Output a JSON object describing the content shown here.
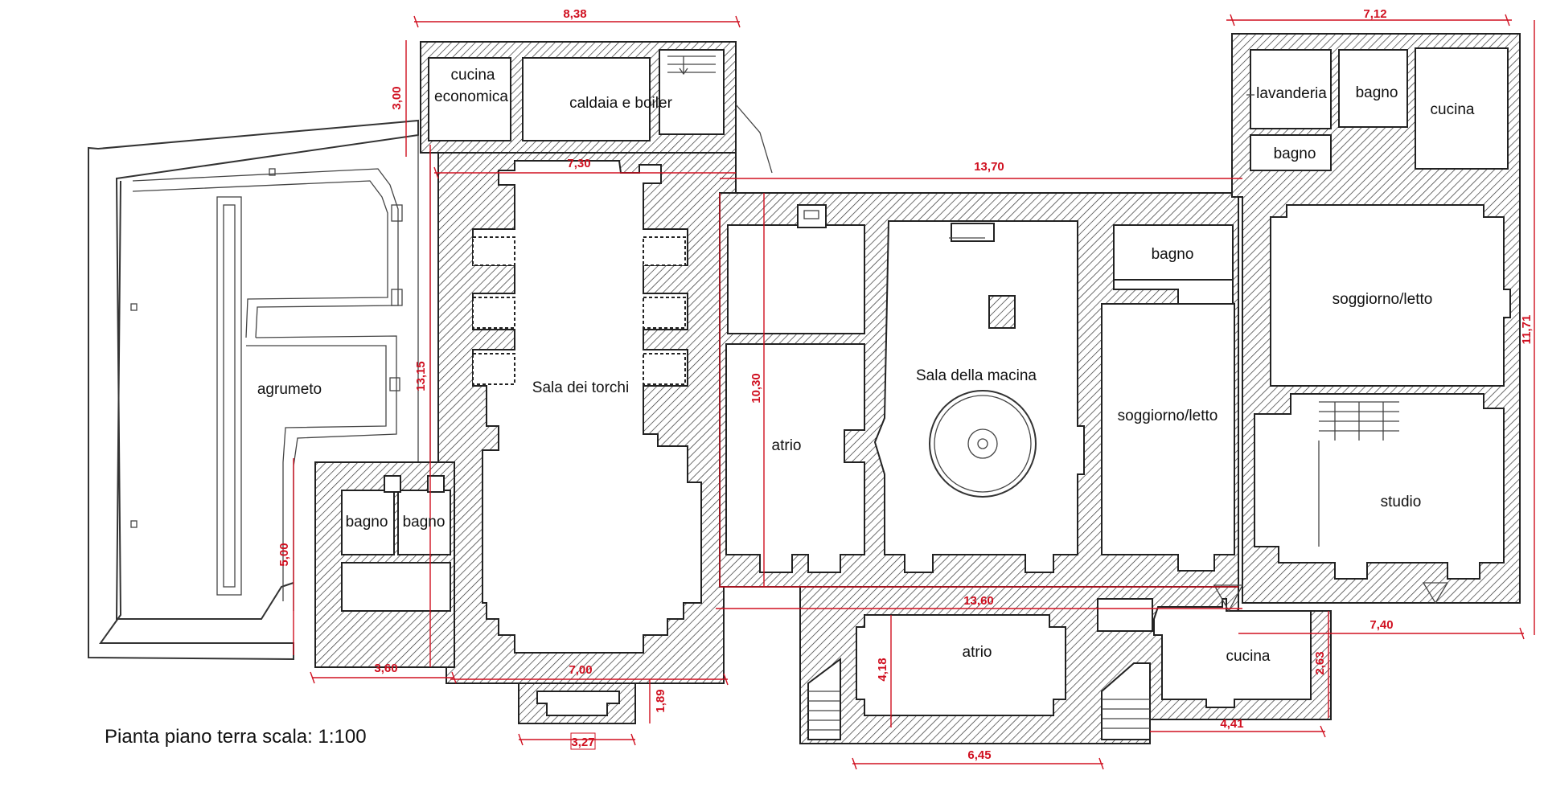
{
  "caption": "Pianta piano terra scala: 1:100",
  "rooms": {
    "cucina_economica_1": "cucina",
    "cucina_economica_2": "economica",
    "caldaia": "caldaia e boiler",
    "agrumeto": "agrumeto",
    "sala_torchi": "Sala dei torchi",
    "bagno_left_1": "bagno",
    "bagno_left_2": "bagno",
    "atrio_left": "atrio",
    "sala_macina": "Sala della macina",
    "bagno_mid": "bagno",
    "soggiorno_mid": "soggiorno/letto",
    "lavanderia": "lavanderia",
    "bagno_right_top": "bagno",
    "bagno_right_small": "bagno",
    "cucina_right": "cucina",
    "soggiorno_right": "soggiorno/letto",
    "studio": "studio",
    "atrio_bottom": "atrio",
    "cucina_bottom": "cucina"
  },
  "dimensions": {
    "d838": "8,38",
    "d300": "3,00",
    "d730": "7,30",
    "d1370": "13,70",
    "d712": "7,12",
    "d1171": "11,71",
    "d1315": "13,15",
    "d1030": "10,30",
    "d500": "5,00",
    "d360": "3,60",
    "d700": "7,00",
    "d189": "1,89",
    "d327": "3,27",
    "d1360": "13,60",
    "d418": "4,18",
    "d645": "6,45",
    "d740": "7,40",
    "d263": "2,63",
    "d441": "4,41"
  },
  "colors": {
    "dimension": "#d01020",
    "wall_stroke": "#222222",
    "hatch": "#333333"
  }
}
